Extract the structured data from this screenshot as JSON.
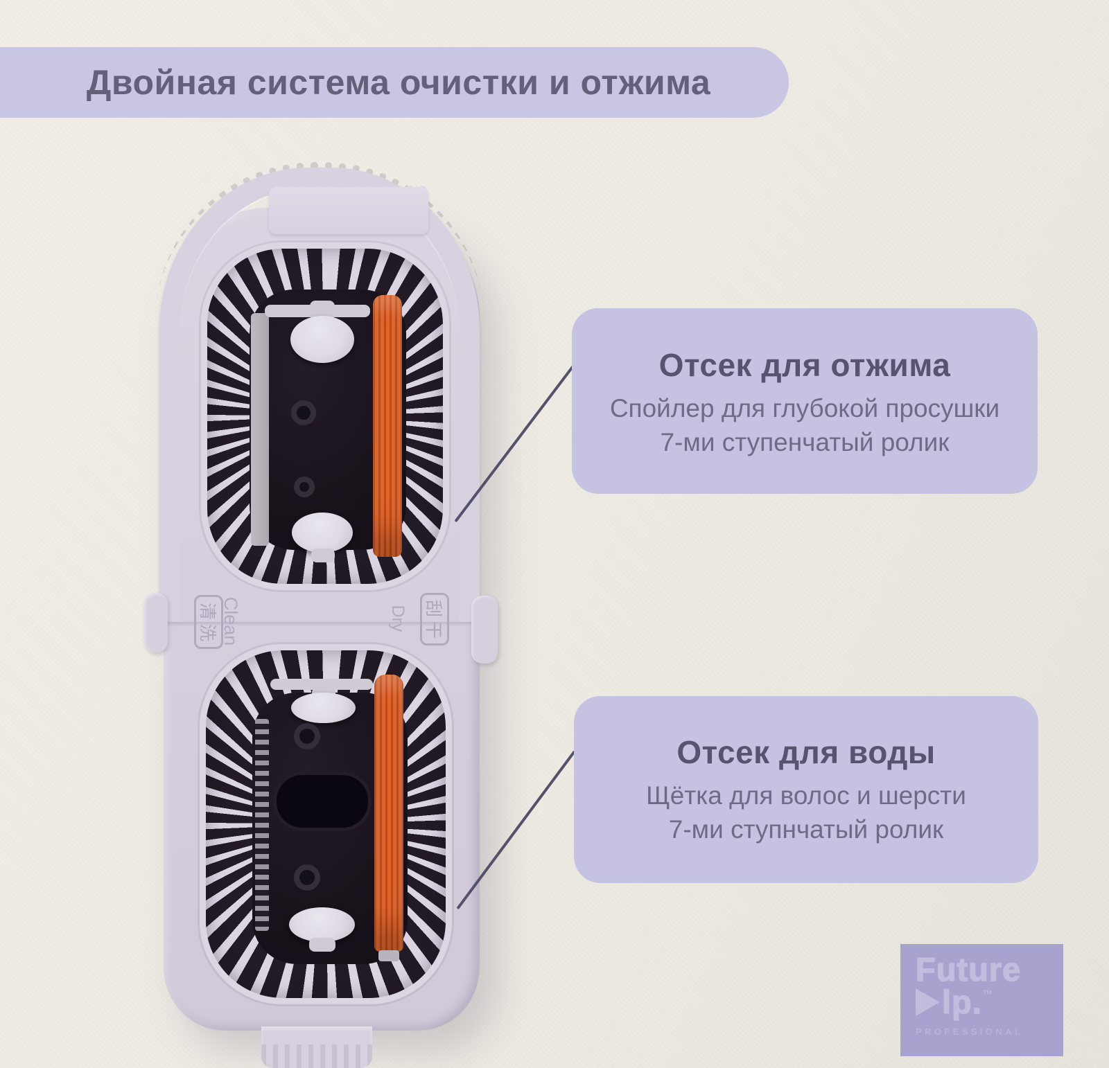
{
  "header": {
    "title": "Двойная система очистки и отжима"
  },
  "callouts": [
    {
      "title": "Отсек для отжима",
      "line1": "Спойлер для глубокой просушки",
      "line2": "7-ми ступенчатый ролик"
    },
    {
      "title": "Отсек для воды",
      "line1": "Щётка для волос и шерсти",
      "line2": "7-ми ступнчатый ролик"
    }
  ],
  "device_labels": {
    "clean_cn": "清洗",
    "clean_en": "Clean",
    "dry_en": "Dry",
    "dry_cn": "刮干"
  },
  "logo": {
    "line1": "Future",
    "line2_rest": "lp.",
    "tm": "™",
    "subtitle": "PROFESSIONAL"
  },
  "colors": {
    "background": "#edeae3",
    "accent_lavender": "#c8c6e2",
    "bubble_bg": "#c5c3e1",
    "text_dark": "#57546f",
    "text_body": "#6e6b86",
    "leader": "#54516a",
    "logo_bg": "#a8a2ce",
    "logo_text": "#c1bdde",
    "orange": "#ee6c2e",
    "device_lavender": "#d6d0de",
    "interior_dark": "#18121b"
  }
}
